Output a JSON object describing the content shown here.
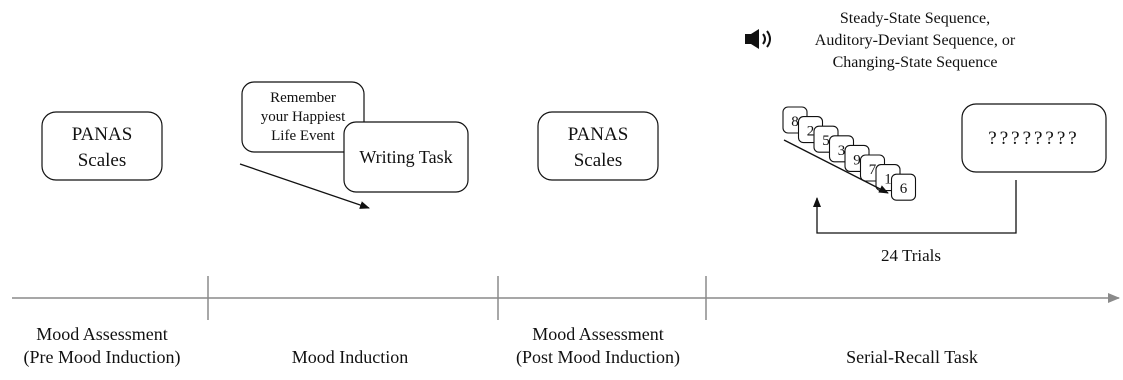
{
  "mood_assessment_1": {
    "box_lines": [
      "PANAS",
      "Scales"
    ],
    "phase_label_lines": [
      "Mood Assessment",
      "(Pre Mood Induction)"
    ]
  },
  "mood_induction": {
    "prompt_card_lines": [
      "Remember",
      "your Happiest",
      "Life Event"
    ],
    "task_card_label": "Writing Task",
    "phase_label": "Mood Induction"
  },
  "mood_assessment_2": {
    "box_lines": [
      "PANAS",
      "Scales"
    ],
    "phase_label_lines": [
      "Mood Assessment",
      "(Post Mood Induction)"
    ]
  },
  "serial_recall": {
    "audio_icon": "speaker-icon",
    "condition_lines": [
      "Steady-State Sequence,",
      "Auditory-Deviant Sequence, or",
      "Changing-State Sequence"
    ],
    "digit_sequence": [
      "8",
      "2",
      "5",
      "3",
      "9",
      "7",
      "1",
      "6"
    ],
    "recall_prompt": "????????",
    "loop_label": "24 Trials",
    "phase_label": "Serial-Recall Task"
  },
  "colors": {
    "ink": "#111111",
    "timeline": "#8a8a8a"
  }
}
